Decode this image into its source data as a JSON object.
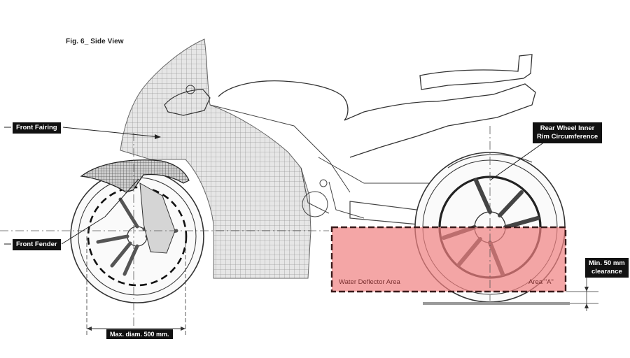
{
  "figure": {
    "title": "Fig. 6_ Side View"
  },
  "labels": {
    "front_fairing": "Front Fairing",
    "front_fender": "Front Fender",
    "rear_rim_line1": "Rear Wheel Inner",
    "rear_rim_line2": "Rim Circumference",
    "clearance_line1": "Min. 50 mm",
    "clearance_line2": "clearance",
    "max_diameter": "Max. diam. 500 mm.",
    "water_deflector": "Water Deflector Area",
    "area_a": "Area \"A\""
  },
  "colors": {
    "highlight_fill": "#f08080",
    "highlight_border": "#3a1a1a",
    "label_bg": "#111111",
    "line_art": "#333333",
    "grid_hatch": "#9a9a9a"
  }
}
